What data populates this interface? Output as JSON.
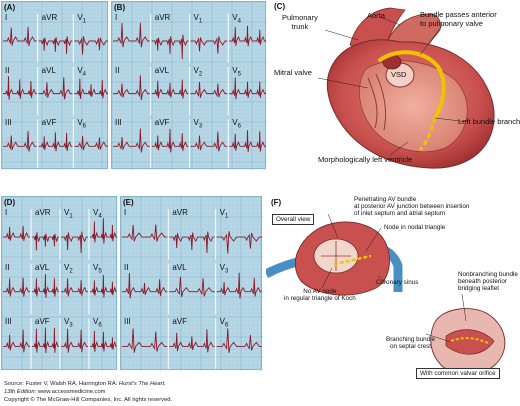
{
  "panels": {
    "A": {
      "label": "(A)",
      "leads": [
        {
          "name": "I",
          "sub": ""
        },
        {
          "name": "aVR",
          "sub": ""
        },
        {
          "name": "V",
          "sub": "1"
        },
        {
          "name": "II",
          "sub": ""
        },
        {
          "name": "aVL",
          "sub": ""
        },
        {
          "name": "V",
          "sub": "4"
        },
        {
          "name": "III",
          "sub": ""
        },
        {
          "name": "aVF",
          "sub": ""
        },
        {
          "name": "V",
          "sub": "6"
        }
      ]
    },
    "B": {
      "label": "(B)",
      "leads": [
        {
          "name": "I",
          "sub": ""
        },
        {
          "name": "aVR",
          "sub": ""
        },
        {
          "name": "V",
          "sub": "1"
        },
        {
          "name": "V",
          "sub": "4"
        },
        {
          "name": "II",
          "sub": ""
        },
        {
          "name": "aVL",
          "sub": ""
        },
        {
          "name": "V",
          "sub": "2"
        },
        {
          "name": "V",
          "sub": "5"
        },
        {
          "name": "III",
          "sub": ""
        },
        {
          "name": "aVF",
          "sub": ""
        },
        {
          "name": "V",
          "sub": "3"
        },
        {
          "name": "V",
          "sub": "6"
        }
      ]
    },
    "C": {
      "label": "(C)",
      "pulmonary_trunk": "Pulmonary\ntrunk",
      "aorta": "Aorta",
      "bundle_passes": "Bundle passes anterior\nto pulmonary valve",
      "mitral_valve": "Mitral valve",
      "vsd": "VSD",
      "left_bundle_branch": "Left bundle branch",
      "morph_left_ventricle": "Morphologically left ventricle"
    },
    "D": {
      "label": "(D)",
      "leads": [
        {
          "name": "I",
          "sub": ""
        },
        {
          "name": "aVR",
          "sub": ""
        },
        {
          "name": "V",
          "sub": "1"
        },
        {
          "name": "V",
          "sub": "4"
        },
        {
          "name": "II",
          "sub": ""
        },
        {
          "name": "aVL",
          "sub": ""
        },
        {
          "name": "V",
          "sub": "2"
        },
        {
          "name": "V",
          "sub": "5"
        },
        {
          "name": "III",
          "sub": ""
        },
        {
          "name": "aVF",
          "sub": ""
        },
        {
          "name": "V",
          "sub": "3"
        },
        {
          "name": "V",
          "sub": "6"
        }
      ]
    },
    "E": {
      "label": "(E)",
      "leads": [
        {
          "name": "I",
          "sub": ""
        },
        {
          "name": "aVR",
          "sub": ""
        },
        {
          "name": "V",
          "sub": "1"
        },
        {
          "name": "II",
          "sub": ""
        },
        {
          "name": "aVL",
          "sub": ""
        },
        {
          "name": "V",
          "sub": "3"
        },
        {
          "name": "III",
          "sub": ""
        },
        {
          "name": "aVF",
          "sub": ""
        },
        {
          "name": "V",
          "sub": "6"
        }
      ]
    },
    "F": {
      "label": "(F)",
      "overall_view": "Overall view",
      "penetrating": "Penetrating AV bundle\nat posterior AV junction between insertion\nof inlet septum and atrial septum",
      "node_in_triangle": "Node in nodal triangle",
      "coronary_sinus": "Coronary sinus",
      "no_av_node": "No AV node\nin regular triangle of Koch",
      "nonbranching": "Nonbranching bundle\nbeneath posterior\nbridging leaflet",
      "branching": "Branching bundle\non septal crest",
      "common_valvar": "With common valvar orifice"
    }
  },
  "footer": {
    "source_prefix": "Source: Fuster V, Walsh RA, Harrington RA: ",
    "source_title": "Hurst's The Heart,",
    "edition": "13th Edition",
    "site": ": www.accessmedicine.com",
    "copyright": "Copyright © The McGraw-Hill Companies, Inc. All rights reserved."
  },
  "colors": {
    "ecg_grid_bg": "#b7d7e6",
    "ecg_trace": "#8b1a2a",
    "heart_tissue": "#c8504e",
    "bundle": "#f2c200",
    "vessel_blue": "#4a8fc4"
  }
}
